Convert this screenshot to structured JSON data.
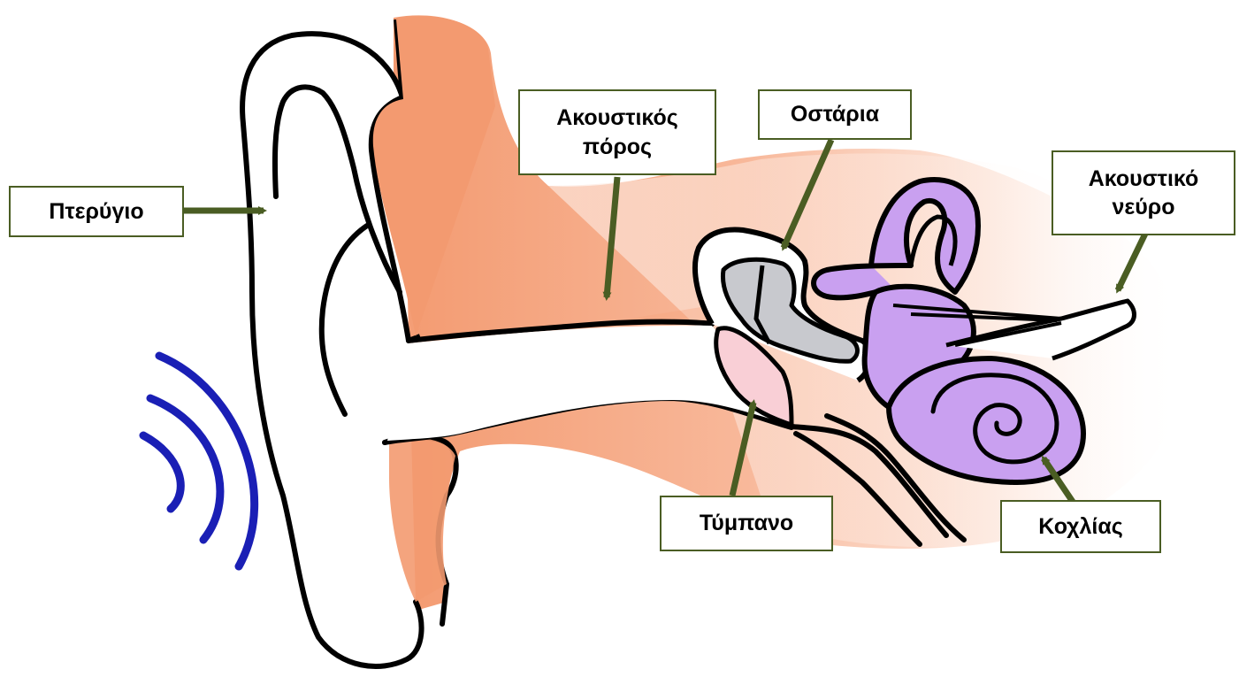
{
  "colors": {
    "outline": "#000000",
    "skin": "#f5a07a",
    "skin_light": "#fde4d8",
    "bone_gray": "#c8c9ce",
    "eardrum_pink": "#f9cfd6",
    "inner_ear_purple": "#c9a0f0",
    "sound_wave_blue": "#1a1fb5",
    "arrow_green": "#4a5d23",
    "label_border": "#4a5d23"
  },
  "labels": {
    "pinna": "Πτερύγιο",
    "ear_canal": "Ακουστικός\nπόρος",
    "ossicles": "Οστάρια",
    "auditory_nerve": "Ακουστικό\nνεύρο",
    "eardrum": "Τύμπανο",
    "cochlea": "Κοχλίας"
  },
  "icons": {
    "sound_waves": "sound-waves-icon",
    "pointer": "arrow-icon"
  }
}
